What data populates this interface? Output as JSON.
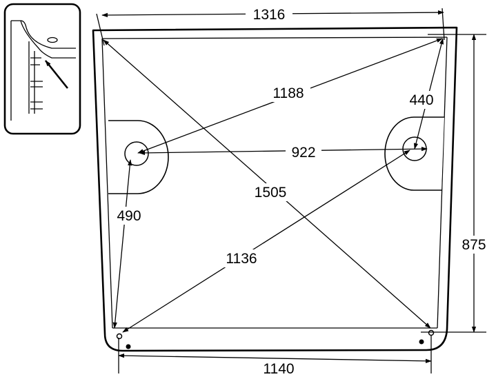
{
  "dimensions": {
    "top_width": "1316",
    "upper_diagonal": "1188",
    "right_short": "440",
    "center_span": "922",
    "long_diagonal": "1505",
    "left_short": "490",
    "lower_diagonal": "1136",
    "height": "875",
    "bottom_width": "1140"
  },
  "icons": {
    "inset_detail": "weld-seam-detail-icon",
    "arrow": "arrow-icon"
  }
}
